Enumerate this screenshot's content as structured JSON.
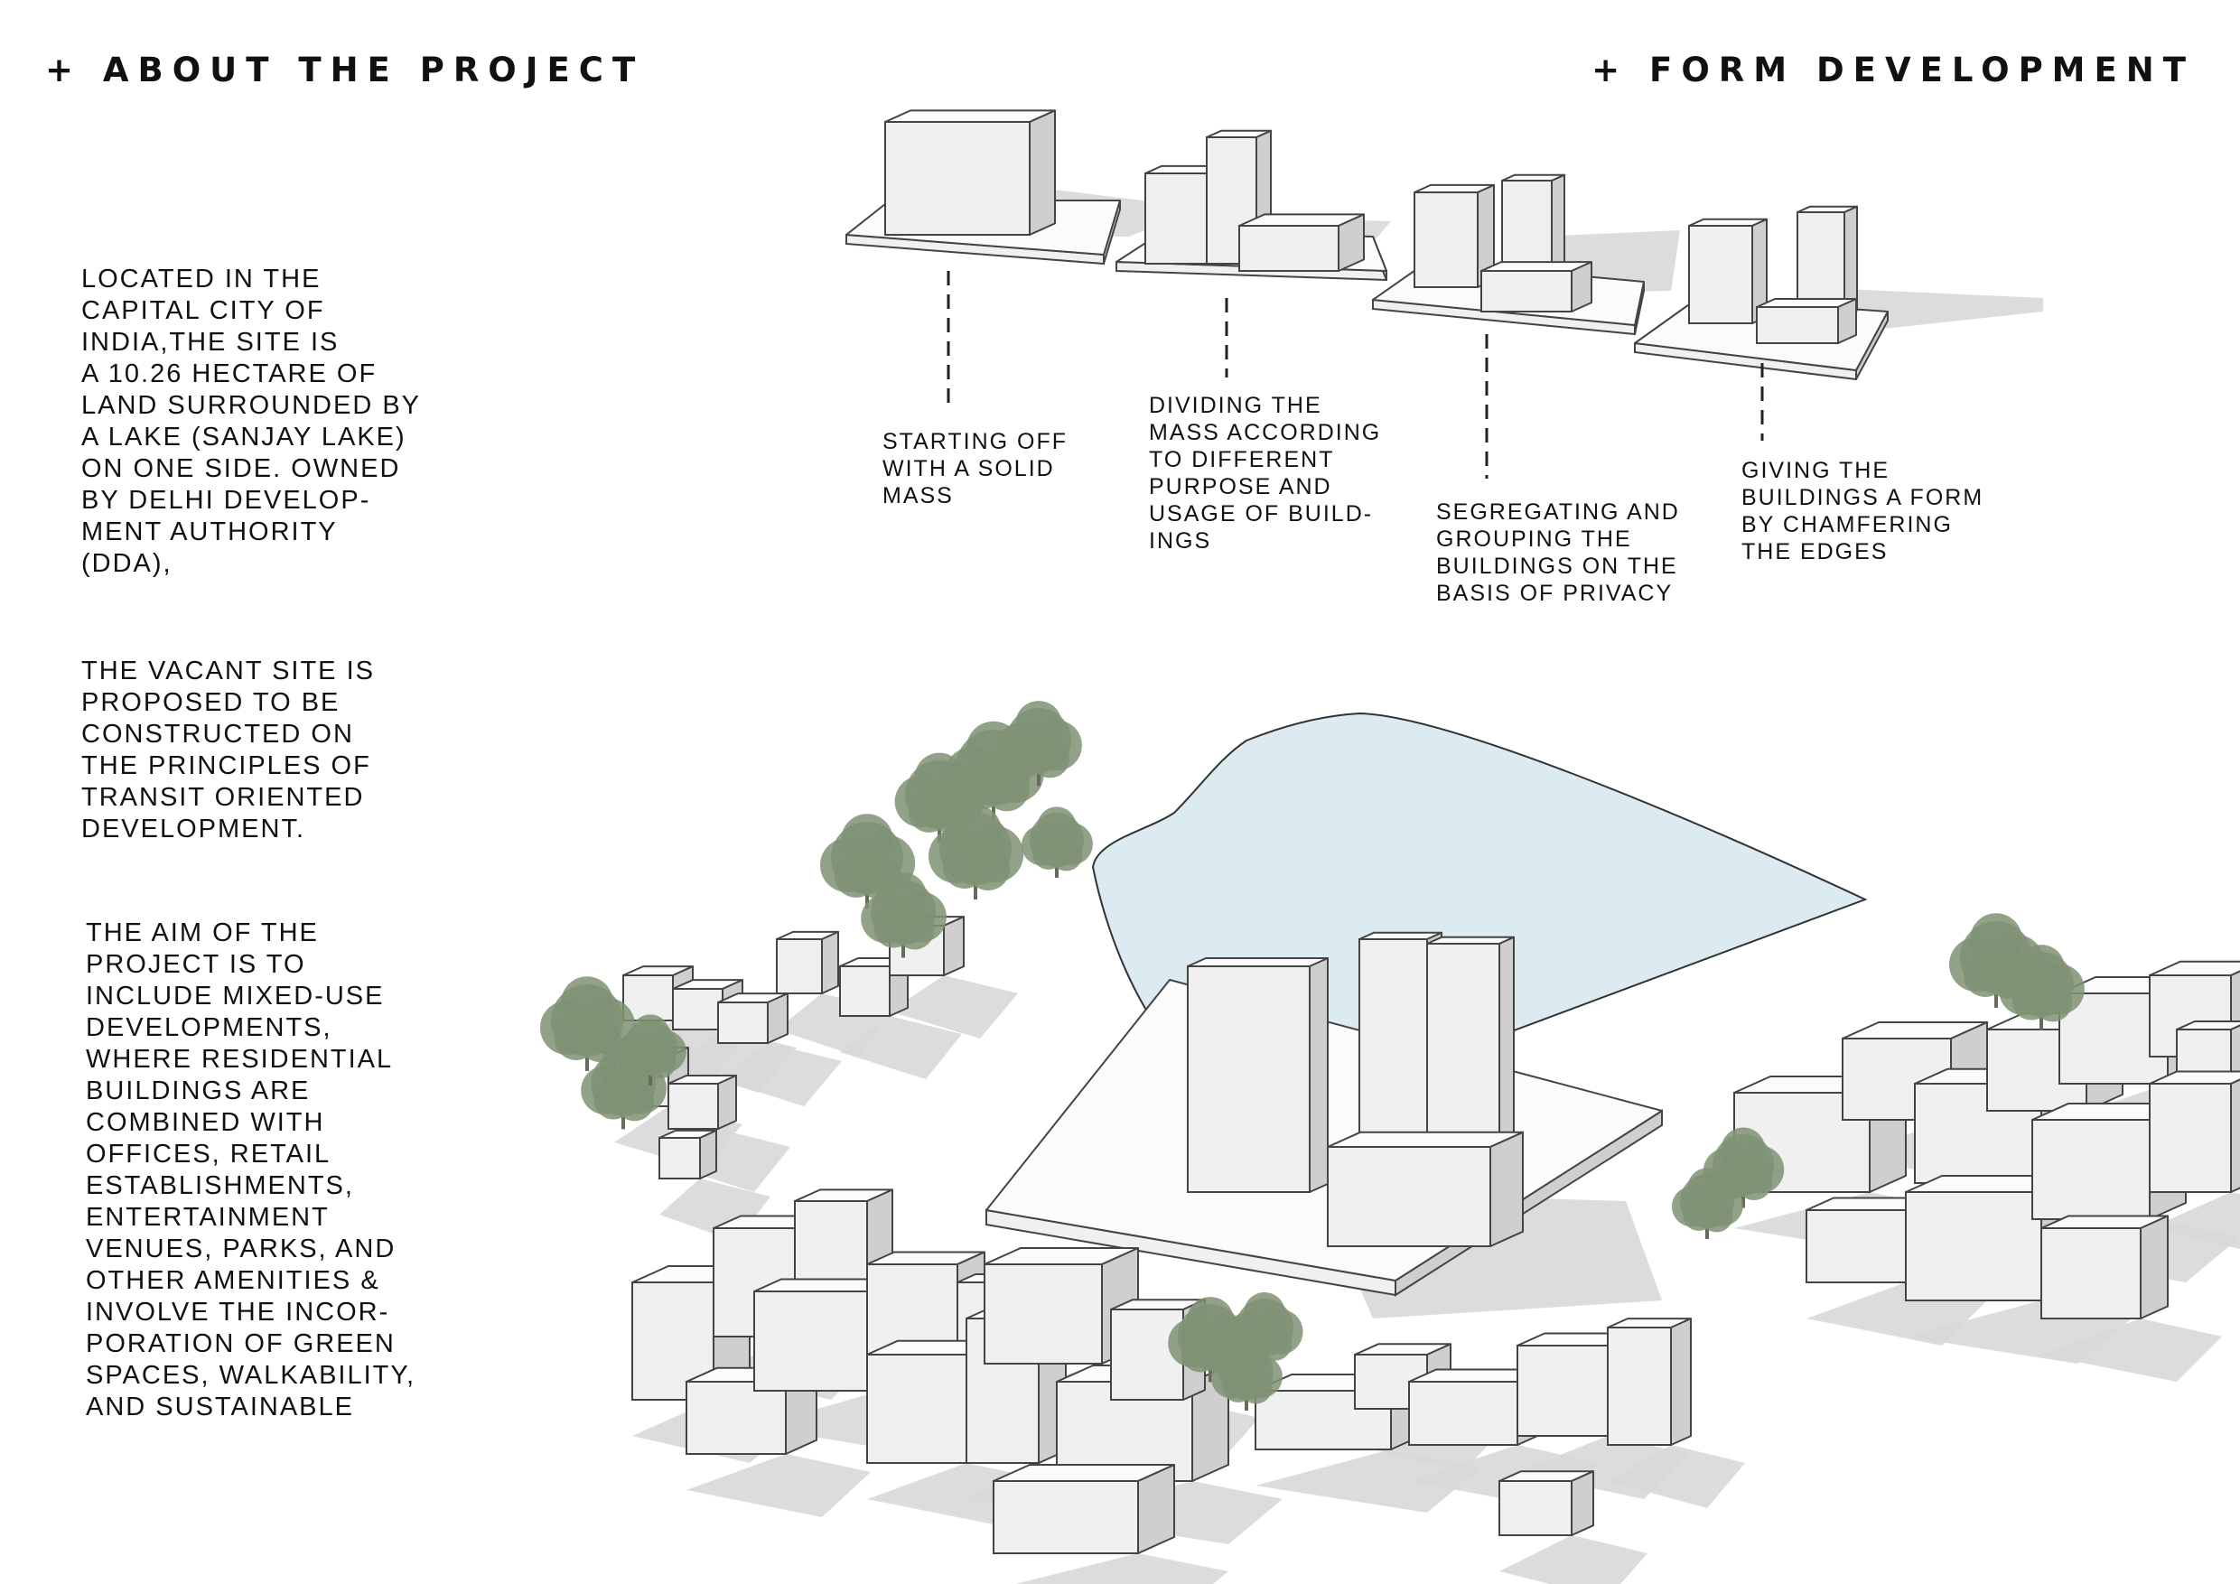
{
  "headings": {
    "about": "+ ABOUT THE PROJECT",
    "form": "+ FORM DEVELOPMENT"
  },
  "about": {
    "p1": "LOCATED IN THE\nCAPITAL CITY OF\nINDIA,THE SITE IS\nA 10.26 HECTARE OF\nLAND SURROUNDED BY\nA LAKE (SANJAY LAKE)\nON ONE SIDE. OWNED\nBY DELHI DEVELOP-\nMENT AUTHORITY\n(DDA),",
    "p2": "THE VACANT SITE IS\nPROPOSED TO BE\nCONSTRUCTED ON\nTHE PRINCIPLES OF\nTRANSIT ORIENTED\nDEVELOPMENT.",
    "p3": "THE AIM OF THE\nPROJECT IS TO\nINCLUDE MIXED-USE\nDEVELOPMENTS,\nWHERE RESIDENTIAL\nBUILDINGS ARE\nCOMBINED WITH\nOFFICES, RETAIL\nESTABLISHMENTS,\nENTERTAINMENT\nVENUES, PARKS, AND\nOTHER AMENITIES &\nINVOLVE THE INCOR-\nPORATION OF GREEN\nSPACES, WALKABILITY,\nAND SUSTAINABLE"
  },
  "steps": [
    {
      "caption": "STARTING OFF\nWITH A SOLID\nMASS"
    },
    {
      "caption": "DIVIDING THE\nMASS ACCORDING\nTO DIFFERENT\nPURPOSE AND\nUSAGE OF BUILD-\nINGS"
    },
    {
      "caption": "SEGREGATING AND\nGROUPING THE\nBUILDINGS ON THE\nBASIS OF PRIVACY"
    },
    {
      "caption": "GIVING THE\nBUILDINGS A FORM\nBY CHAMFERING\nTHE EDGES"
    }
  ],
  "colors": {
    "top_face": "#fbfbfb",
    "front_face": "#f0f0f0",
    "side_face": "#cfcfcf",
    "shadow": "#d8d8d8",
    "lake": "#dcebf2",
    "tree": "#7f9274",
    "outline": "#444444"
  }
}
